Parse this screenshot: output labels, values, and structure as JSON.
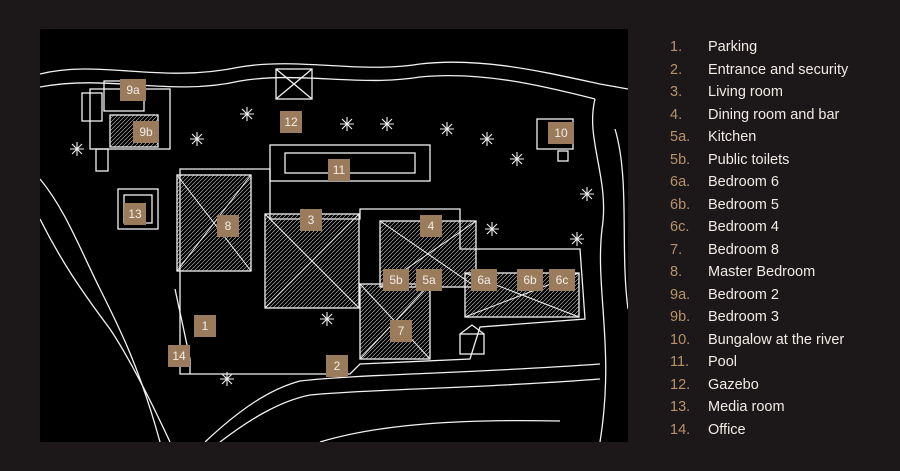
{
  "colors": {
    "background": "#1c1819",
    "map_background": "#000000",
    "linework": "#f2f2f2",
    "marker_fill": "#9a7b5c",
    "legend_number": "#b8926b",
    "legend_text": "#f0ebe5"
  },
  "legend": [
    {
      "num": "1.",
      "label": "Parking"
    },
    {
      "num": "2.",
      "label": "Entrance and security"
    },
    {
      "num": "3.",
      "label": "Living room"
    },
    {
      "num": "4.",
      "label": "Dining room and bar"
    },
    {
      "num": "5a.",
      "label": "Kitchen"
    },
    {
      "num": "5b.",
      "label": "Public toilets"
    },
    {
      "num": "6a.",
      "label": "Bedroom 6"
    },
    {
      "num": "6b.",
      "label": "Bedroom 5"
    },
    {
      "num": "6c.",
      "label": "Bedroom 4"
    },
    {
      "num": "7.",
      "label": "Bedroom 8"
    },
    {
      "num": "8.",
      "label": "Master Bedroom"
    },
    {
      "num": "9a.",
      "label": "Bedroom 2"
    },
    {
      "num": "9b.",
      "label": "Bedroom 3"
    },
    {
      "num": "10.",
      "label": "Bungalow at the river"
    },
    {
      "num": "11.",
      "label": "Pool"
    },
    {
      "num": "12.",
      "label": "Gazebo"
    },
    {
      "num": "13.",
      "label": "Media room"
    },
    {
      "num": "14.",
      "label": "Office"
    }
  ],
  "markers": {
    "m1": "1",
    "m2": "2",
    "m3": "3",
    "m4": "4",
    "m5a": "5a",
    "m5b": "5b",
    "m6a": "6a",
    "m6b": "6b",
    "m6c": "6c",
    "m7": "7",
    "m8": "8",
    "m9a": "9a",
    "m9b": "9b",
    "m10": "10",
    "m11": "11",
    "m12": "12",
    "m13": "13",
    "m14": "14"
  }
}
